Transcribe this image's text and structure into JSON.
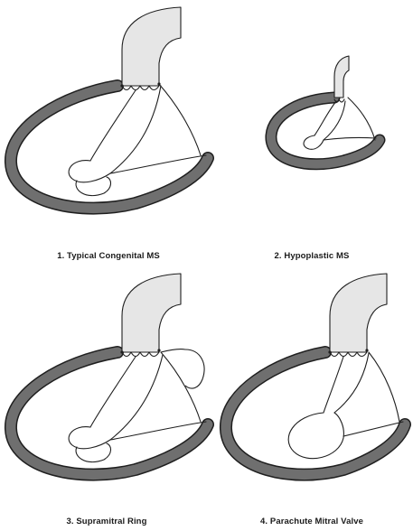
{
  "figure": {
    "colors": {
      "wall_fill": "#6f6f6f",
      "wall_outline": "#1f1f1f",
      "aorta_fill": "#e6e6e6",
      "background": "#ffffff"
    },
    "panels": [
      {
        "caption": "1. Typical Congenital MS"
      },
      {
        "caption": "2. Hypoplastic MS"
      },
      {
        "caption": "3. Supramitral Ring"
      },
      {
        "caption": "4. Parachute Mitral Valve"
      }
    ]
  }
}
